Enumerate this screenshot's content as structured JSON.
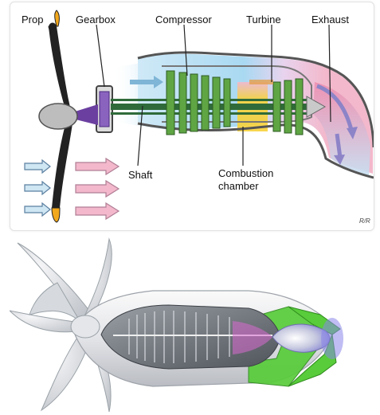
{
  "diagram": {
    "labels": {
      "prop": "Prop",
      "gearbox": "Gearbox",
      "compressor": "Compressor",
      "turbine": "Turbine",
      "exhaust": "Exhaust",
      "shaft": "Shaft",
      "combustion_line1": "Combustion",
      "combustion_line2": "chamber"
    },
    "signature": "R/R",
    "colors": {
      "airflow_cool": "#a9d9f2",
      "combustion": "#f7d23a",
      "hot_exhaust": "#ee8fb0",
      "shaft": "#2f6b3a",
      "blades": "#5fa544",
      "propeller": "#222222",
      "prop_tip": "#f2a81c",
      "gear": "#6b3fa0",
      "intake_arrow": "#7fb5d6",
      "thrust_arrow": "#f3b8cb"
    }
  },
  "illustration": {
    "colors": {
      "casing": "#e9e9ec",
      "nacelle_frame": "#58cc3a",
      "core": "#7a7a86",
      "exhaust_cone": "#9aa0ff"
    }
  }
}
